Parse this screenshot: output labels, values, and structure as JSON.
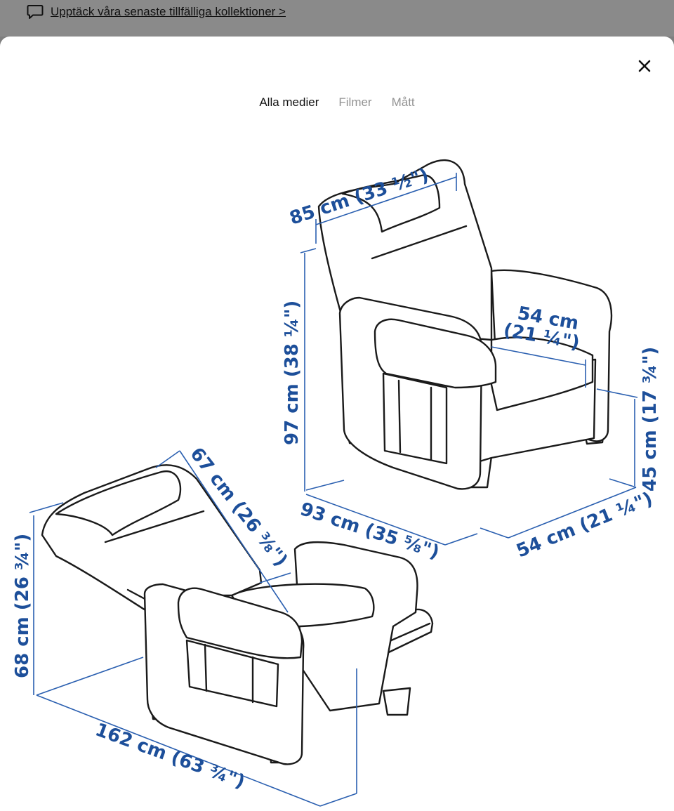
{
  "promo": {
    "text": "Upptäck våra senaste tillfälliga kollektioner >"
  },
  "tabs": [
    {
      "label": "Alla medier",
      "active": true
    },
    {
      "label": "Filmer",
      "active": false
    },
    {
      "label": "Mått",
      "active": false
    }
  ],
  "dimensions": {
    "upright_width": "85 cm (33 ½\")",
    "upright_height": "97 cm (38 ¼\")",
    "seat_width": "54 cm",
    "seat_width_in": "(21 ¼\")",
    "seat_height": "45 cm (17 ¾\")",
    "upright_depth": "93 cm (35 ⅝\")",
    "seat_depth": "54 cm (21 ¼\")",
    "recline_back": "67 cm (26 ⅜\")",
    "recline_height": "68 cm (26 ¾\")",
    "recline_length": "162 cm (63 ¾\")"
  },
  "colors": {
    "dimension_text": "#1d4f9a",
    "dimension_line": "#2a5fb0",
    "overlay": "#7f7f7f"
  },
  "icons": {
    "promo": "chat-bubble-icon",
    "close": "close-icon"
  }
}
